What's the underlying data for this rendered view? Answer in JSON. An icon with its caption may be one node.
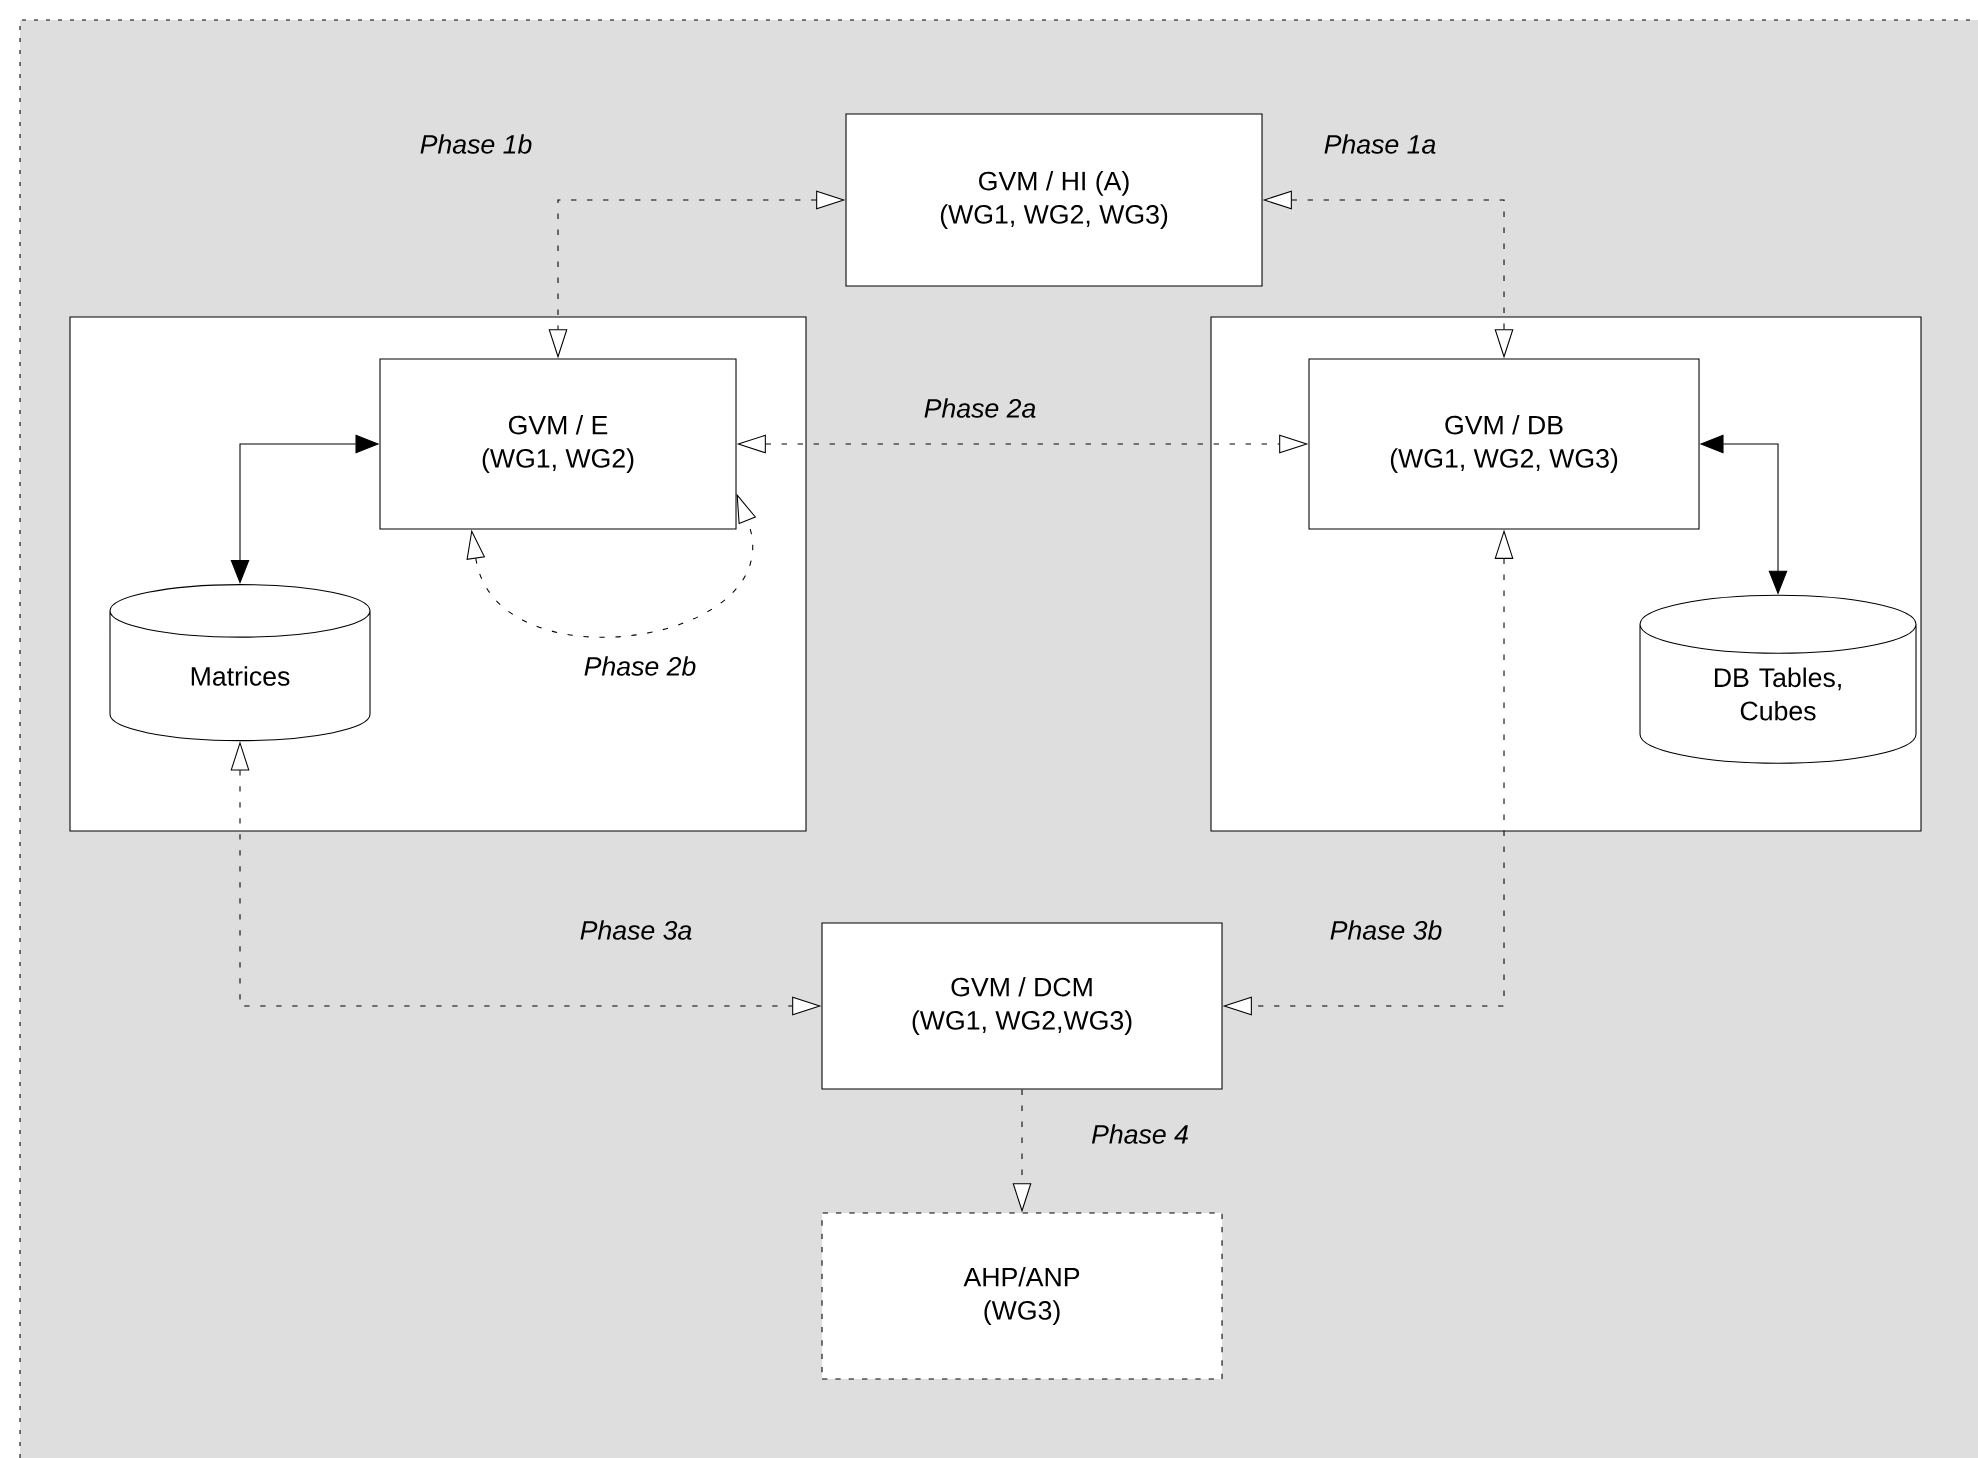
{
  "diagram": {
    "nodes": [
      {
        "text": [
          "GVM / HI (A)",
          "(WG1, WG2, WG3)"
        ]
      },
      {
        "text": [],
        "shape": "box"
      },
      {
        "text": [
          "GVM / E",
          "(WG1, WG2)"
        ],
        "in": 1
      },
      {
        "text": [
          "Matrices"
        ],
        "in": 1
      },
      {
        "text": [],
        "shape": "box"
      },
      {
        "text": [
          "GVM / DB",
          "(WG1, WG2, WG3)"
        ],
        "in": 4
      },
      {
        "text": [
          "DB Tables, Cubes"
        ],
        "in": 4
      },
      {
        "text": [
          "GVM / DCM",
          "(WG1, WG2,WG3)"
        ]
      },
      {
        "text": [
          "AHP/ANP",
          "(WG3)"
        ]
      }
    ],
    "edges": [
      {
        "from": 0,
        "to": 2,
        "arrow": "both",
        "label": "Phase 1b",
        "style": "dashed"
      },
      {
        "from": 0,
        "to": 5,
        "arrow": "both",
        "label": "Phase 1a",
        "style": "dashed"
      },
      {
        "from": 2,
        "to": 5,
        "arrow": "both",
        "label": "Phase 2a",
        "style": "dashed"
      },
      {
        "from": 2,
        "to": 2,
        "arrow": "both",
        "label": "Phase 2b",
        "style": "dashed"
      },
      {
        "from": 2,
        "to": 3,
        "arrow": "both"
      },
      {
        "from": 5,
        "to": 6,
        "arrow": "both"
      },
      {
        "from": 3,
        "to": 7,
        "arrow": "both",
        "label": "Phase 3a",
        "style": "dashed"
      },
      {
        "from": 5,
        "to": 7,
        "arrow": "both",
        "label": "Phase 3b",
        "style": "dashed"
      },
      {
        "from": 7,
        "to": 8,
        "arrow": "to",
        "label": "Phase 4",
        "style": "dashed"
      }
    ]
  }
}
